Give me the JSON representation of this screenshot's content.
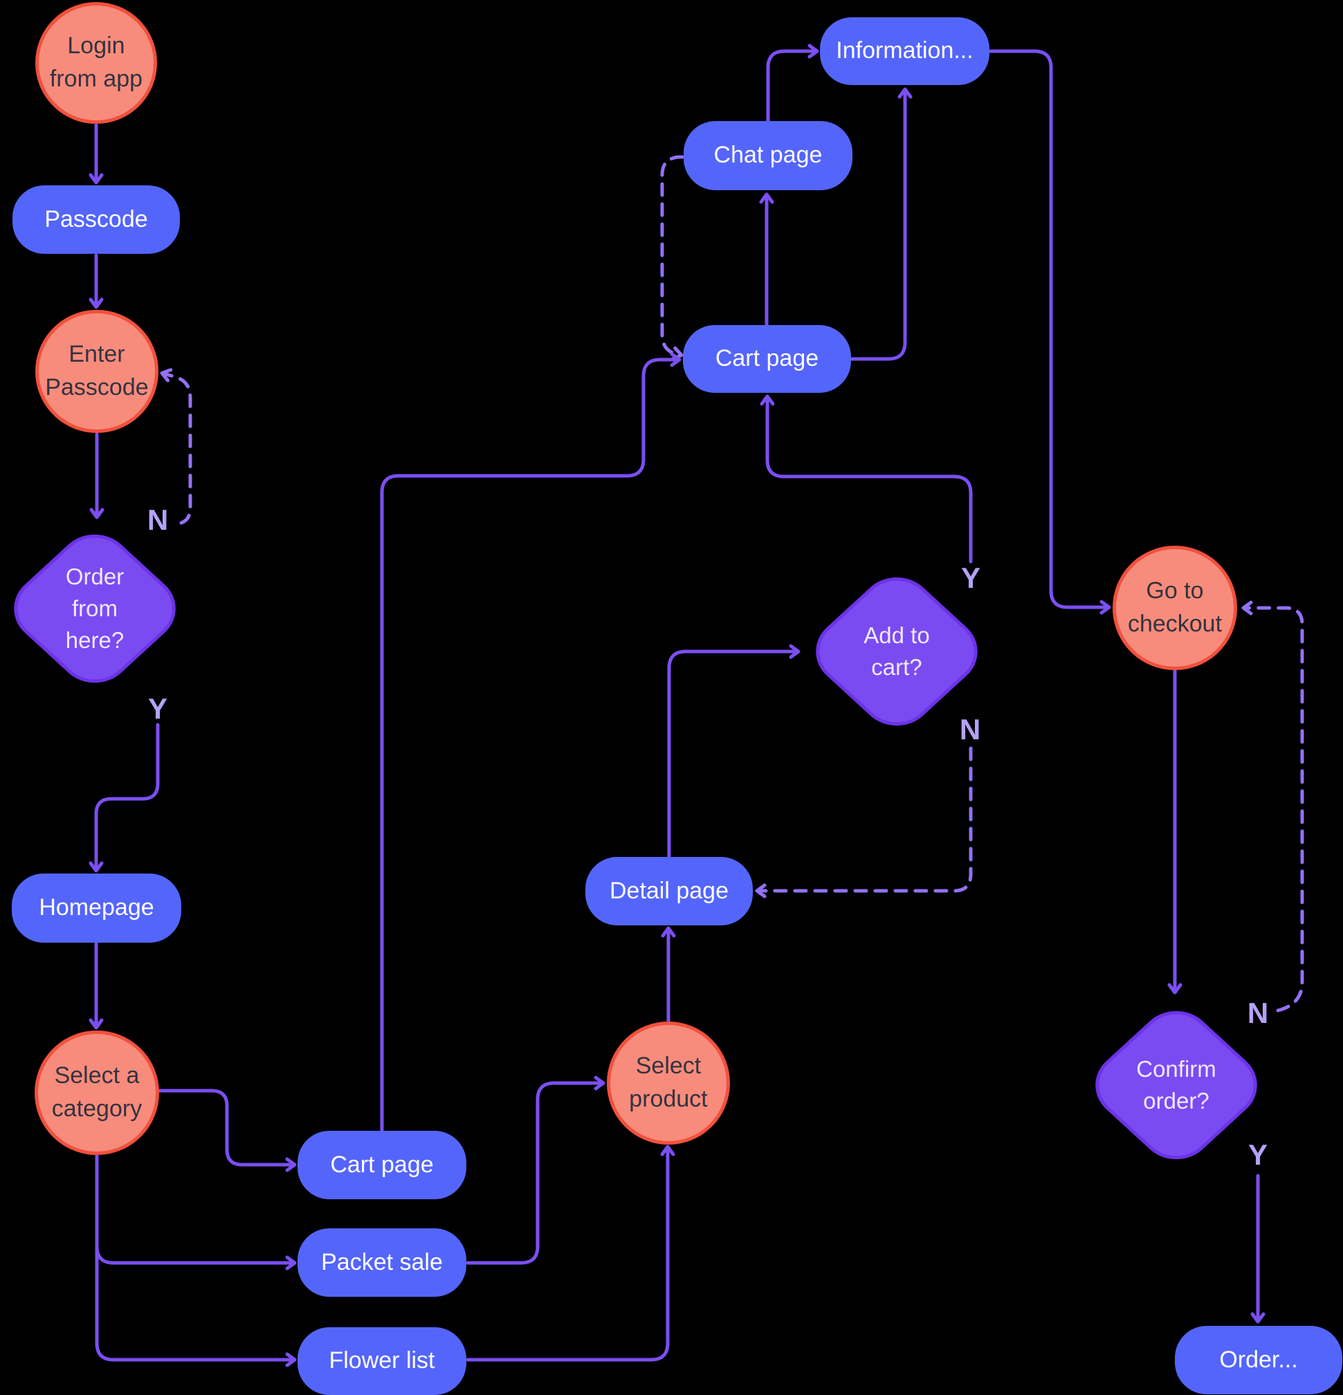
{
  "diagram": {
    "nodes": {
      "login": {
        "label": "Login\nfrom app",
        "shape": "terminal-circle"
      },
      "passcode": {
        "label": "Passcode",
        "shape": "process-rect"
      },
      "enter_passcode": {
        "label": "Enter\nPasscode",
        "shape": "terminal-circle"
      },
      "order_from_here": {
        "label": "Order\nfrom\nhere?",
        "shape": "decision-diamond"
      },
      "homepage": {
        "label": "Homepage",
        "shape": "process-rect"
      },
      "select_category": {
        "label": "Select a\ncategory",
        "shape": "terminal-circle"
      },
      "cart_page_left": {
        "label": "Cart page",
        "shape": "process-rect"
      },
      "packet_sale": {
        "label": "Packet sale",
        "shape": "process-rect"
      },
      "flower_list": {
        "label": "Flower list",
        "shape": "process-rect"
      },
      "chat_page": {
        "label": "Chat page",
        "shape": "process-rect"
      },
      "information": {
        "label": "Information...",
        "shape": "process-rect"
      },
      "cart_page": {
        "label": "Cart page",
        "shape": "process-rect"
      },
      "add_to_cart": {
        "label": "Add to\ncart?",
        "shape": "decision-diamond"
      },
      "detail_page": {
        "label": "Detail page",
        "shape": "process-rect"
      },
      "select_product": {
        "label": "Select\nproduct",
        "shape": "terminal-circle"
      },
      "go_to_checkout": {
        "label": "Go to\ncheckout",
        "shape": "terminal-circle"
      },
      "confirm_order": {
        "label": "Confirm\norder?",
        "shape": "decision-diamond"
      },
      "order": {
        "label": "Order...",
        "shape": "process-rect"
      }
    },
    "branch_labels": {
      "order_from_here_no": "N",
      "order_from_here_yes": "Y",
      "add_to_cart_yes": "Y",
      "add_to_cart_no": "N",
      "confirm_order_no": "N",
      "confirm_order_yes": "Y"
    },
    "colors": {
      "background": "#000000",
      "process_fill": "#5465FB",
      "process_text": "#FFFFFF",
      "terminal_fill": "#F78C7C",
      "terminal_border": "#F2513D",
      "terminal_text": "#35323F",
      "decision_fill": "#7B4BF2",
      "decision_border": "#6D33E8",
      "decision_text": "#EFE9FF",
      "connector": "#7B4FF2",
      "connector_dashed": "#9271F5",
      "branch_label": "#B4A2F8"
    }
  }
}
